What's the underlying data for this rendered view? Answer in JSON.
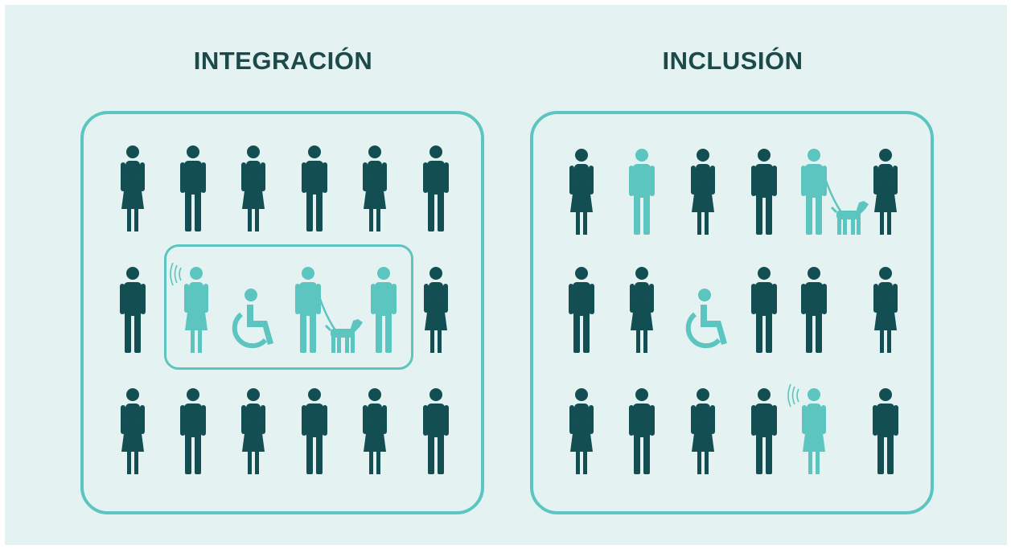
{
  "diagram": {
    "left": {
      "title": "INTEGRACIÓN",
      "outer_people": [
        "woman",
        "man",
        "woman",
        "man",
        "woman",
        "man",
        "man",
        "woman",
        "woman",
        "man",
        "woman",
        "man",
        "woman",
        "man"
      ],
      "integrated_group": [
        "woman-hearing",
        "wheelchair",
        "man-guide-dog",
        "man"
      ]
    },
    "right": {
      "title": "INCLUSIÓN",
      "people": [
        [
          "woman",
          "man",
          "woman",
          "man",
          "man-guide-dog",
          "woman"
        ],
        [
          "man",
          "woman",
          "wheelchair",
          "man",
          "man",
          "woman"
        ],
        [
          "woman",
          "man",
          "woman",
          "man",
          "woman-hearing",
          "man"
        ]
      ]
    },
    "colors": {
      "background": "#e4f2f1",
      "majority": "#134f52",
      "minority": "#5cc5c0",
      "frame": "#5cc5c0",
      "title": "#1c4a4b"
    }
  }
}
